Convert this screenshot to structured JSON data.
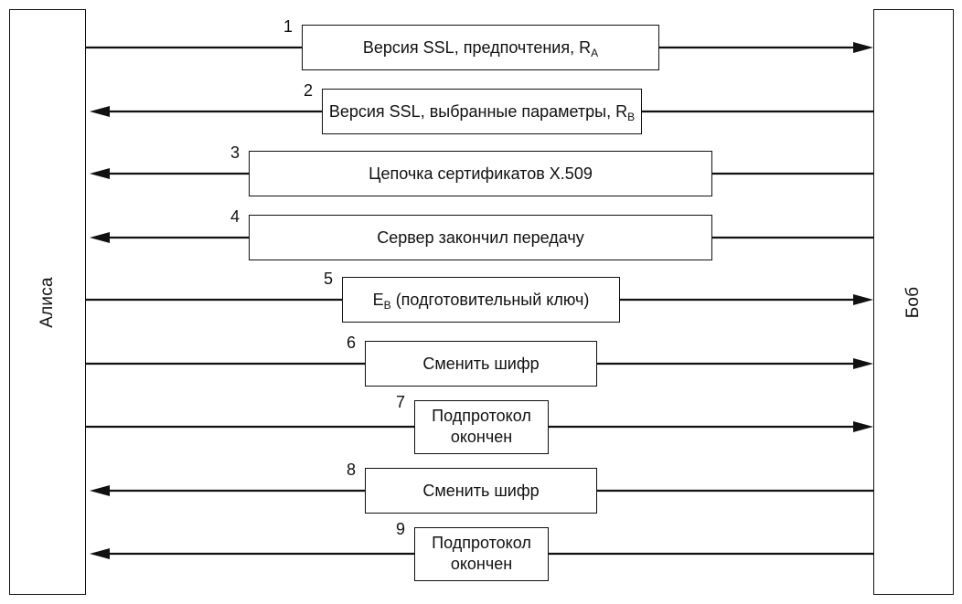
{
  "parties": {
    "left": "Алиса",
    "right": "Боб"
  },
  "messages": [
    {
      "num": "1",
      "pre": "Версия SSL, предпочтения, R",
      "sub": "A",
      "post": "",
      "dir": "right"
    },
    {
      "num": "2",
      "pre": "Версия SSL, выбранные параметры, R",
      "sub": "B",
      "post": "",
      "dir": "left"
    },
    {
      "num": "3",
      "pre": "Цепочка сертификатов X.509",
      "sub": "",
      "post": "",
      "dir": "left"
    },
    {
      "num": "4",
      "pre": "Сервер закончил передачу",
      "sub": "",
      "post": "",
      "dir": "left"
    },
    {
      "num": "5",
      "pre": "E",
      "sub": "B",
      "post": " (подготовительный ключ)",
      "dir": "right"
    },
    {
      "num": "6",
      "pre": "Сменить шифр",
      "sub": "",
      "post": "",
      "dir": "right"
    },
    {
      "num": "7",
      "pre": "Подпротокол\nокончен",
      "sub": "",
      "post": "",
      "dir": "right"
    },
    {
      "num": "8",
      "pre": "Сменить шифр",
      "sub": "",
      "post": "",
      "dir": "left"
    },
    {
      "num": "9",
      "pre": "Подпротокол\nокончен",
      "sub": "",
      "post": "",
      "dir": "left"
    }
  ]
}
